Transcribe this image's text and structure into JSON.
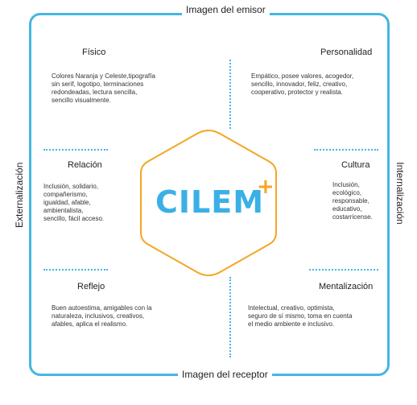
{
  "frame": {
    "top_label": "Imagen del emisor",
    "bottom_label": "Imagen del receptor",
    "left_label": "Externalización",
    "right_label": "Internalización"
  },
  "logo": {
    "text": "CILEM",
    "plus": "+"
  },
  "sections": {
    "fisico": {
      "title": "Físico",
      "lines": [
        "Colores Naranja y Celeste,tipografía",
        "sin serif, logotipo, terminaciones",
        "redondeadas, lectura sencilla,",
        "sencillo visualmente."
      ]
    },
    "personalidad": {
      "title": "Personalidad",
      "lines": [
        "Empático, posee valores, acogedor,",
        "sencillo, innovador, feliz, creativo,",
        "cooperativo, protector y realista."
      ]
    },
    "relacion": {
      "title": "Relación",
      "lines": [
        "Inclusión, solidario,",
        "compañerismo,",
        "igualdad, afable,",
        "ambientalista,",
        "sencillo, fácil acceso."
      ]
    },
    "cultura": {
      "title": "Cultura",
      "lines": [
        "Inclusión,",
        "ecológico,",
        "responsable,",
        "educativo,",
        "costarricense."
      ]
    },
    "reflejo": {
      "title": "Reflejo",
      "lines": [
        "Buen autoestima, amigables con la",
        "naturaleza, inclusivos, creativos,",
        "afables, aplica el realismo."
      ]
    },
    "mentalizacion": {
      "title": "Mentalización",
      "lines": [
        "Intelectual, creativo, optimista,",
        "seguro de sí mismo, toma en cuenta",
        "el medio ambiente e inclusivo."
      ]
    }
  },
  "colors": {
    "frame": "#45b6e2",
    "hexagon": "#f5a623",
    "logo": "#3ab0e6"
  }
}
